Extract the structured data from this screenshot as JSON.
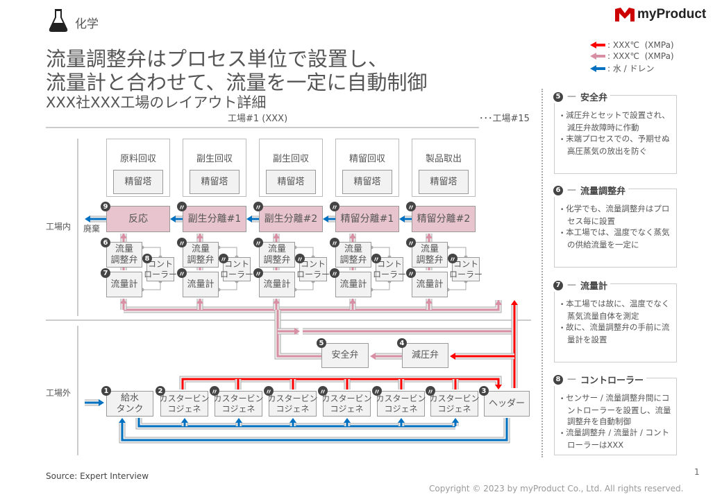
{
  "header": {
    "category": "化学",
    "logo": "myProduct",
    "title_line1": "流量調整弁はプロセス単位で設置し、",
    "title_line2": "流量計と合わせて、流量を一定に自動制御",
    "subtitle": "XXX社XXX工場のレイアウト詳細"
  },
  "legend": [
    {
      "color": "#ff0000",
      "label": ": XXX℃  (XMPa)"
    },
    {
      "color": "#d88fa3",
      "label": ": XXX℃  (XMPa)"
    },
    {
      "color": "#0070c0",
      "label": ": 水 / ドレン"
    }
  ],
  "diagram": {
    "plant_label": "工場#1 (XXX)",
    "other_plant_label": "･･･工場#15",
    "inside_label": "工場内",
    "outside_label": "工場外",
    "waste_label": "廃棄",
    "columns": [
      {
        "top": "原料回収",
        "tower": "精留塔",
        "process": "反応",
        "badge": "9"
      },
      {
        "top": "副生回収",
        "tower": "精留塔",
        "process": "副生分離#1",
        "badge": "〃"
      },
      {
        "top": "副生回収",
        "tower": "精留塔",
        "process": "副生分離#2",
        "badge": "〃"
      },
      {
        "top": "精留回収",
        "tower": "精留塔",
        "process": "精留分離#1",
        "badge": "〃"
      },
      {
        "top": "製品取出",
        "tower": "精留塔",
        "process": "精留分離#2",
        "badge": "〃"
      }
    ],
    "valve_label": "流量\n調整弁",
    "controller_label": "コント\nローラー",
    "meter_label": "流量計",
    "valve_badges": [
      "6",
      "〃",
      "〃",
      "〃",
      "〃"
    ],
    "controller_badges": [
      "8",
      "〃",
      "〃",
      "〃",
      "〃"
    ],
    "meter_badges": [
      "7",
      "〃",
      "〃",
      "〃",
      "〃"
    ],
    "safety_valve": {
      "label": "安全弁",
      "badge": "5"
    },
    "pressure_valve": {
      "label": "減圧弁",
      "badge": "4"
    },
    "tank": {
      "label": "給水\nタンク",
      "badge": "1"
    },
    "cogens": [
      {
        "label": "カスタービン\nコジェネ",
        "badge": "2"
      },
      {
        "label": "カスタービン\nコジェネ",
        "badge": "〃"
      },
      {
        "label": "カスタービン\nコジェネ",
        "badge": "〃"
      },
      {
        "label": "カスタービン\nコジェネ",
        "badge": "〃"
      },
      {
        "label": "カスタービン\nコジェネ",
        "badge": "〃"
      },
      {
        "label": "カスタービン\nコジェネ",
        "badge": "〃"
      }
    ],
    "header_unit": {
      "label": "ヘッダー",
      "badge": "3"
    }
  },
  "notes": [
    {
      "badge": "5",
      "title": "安全弁",
      "items": [
        "減圧弁とセットで設置され、減圧弁故障時に作動",
        "末端プロセスでの、予期せぬ高圧蒸気の放出を防ぐ"
      ]
    },
    {
      "badge": "6",
      "title": "流量調整弁",
      "items": [
        "化学でも、流量調整弁はプロセス毎に設置",
        "本工場では、温度でなく蒸気の供給流量を一定に"
      ]
    },
    {
      "badge": "7",
      "title": "流量計",
      "items": [
        "本工場では故に、温度でなく蒸気流量自体を測定",
        "故に、流量調整弁の手前に流量計を設置"
      ]
    },
    {
      "badge": "8",
      "title": "コントローラー",
      "items": [
        "センサー / 流量調整弁間にコントローラーを設置し、流量調整弁を自動制御",
        "流量調整弁 / 流量計 / コントローラーはXXX"
      ]
    }
  ],
  "footer": {
    "source": "Source: Expert Interview",
    "page": "1",
    "copyright": "Copyright © 2023 by myProduct Co., Ltd.  All rights reserved."
  }
}
